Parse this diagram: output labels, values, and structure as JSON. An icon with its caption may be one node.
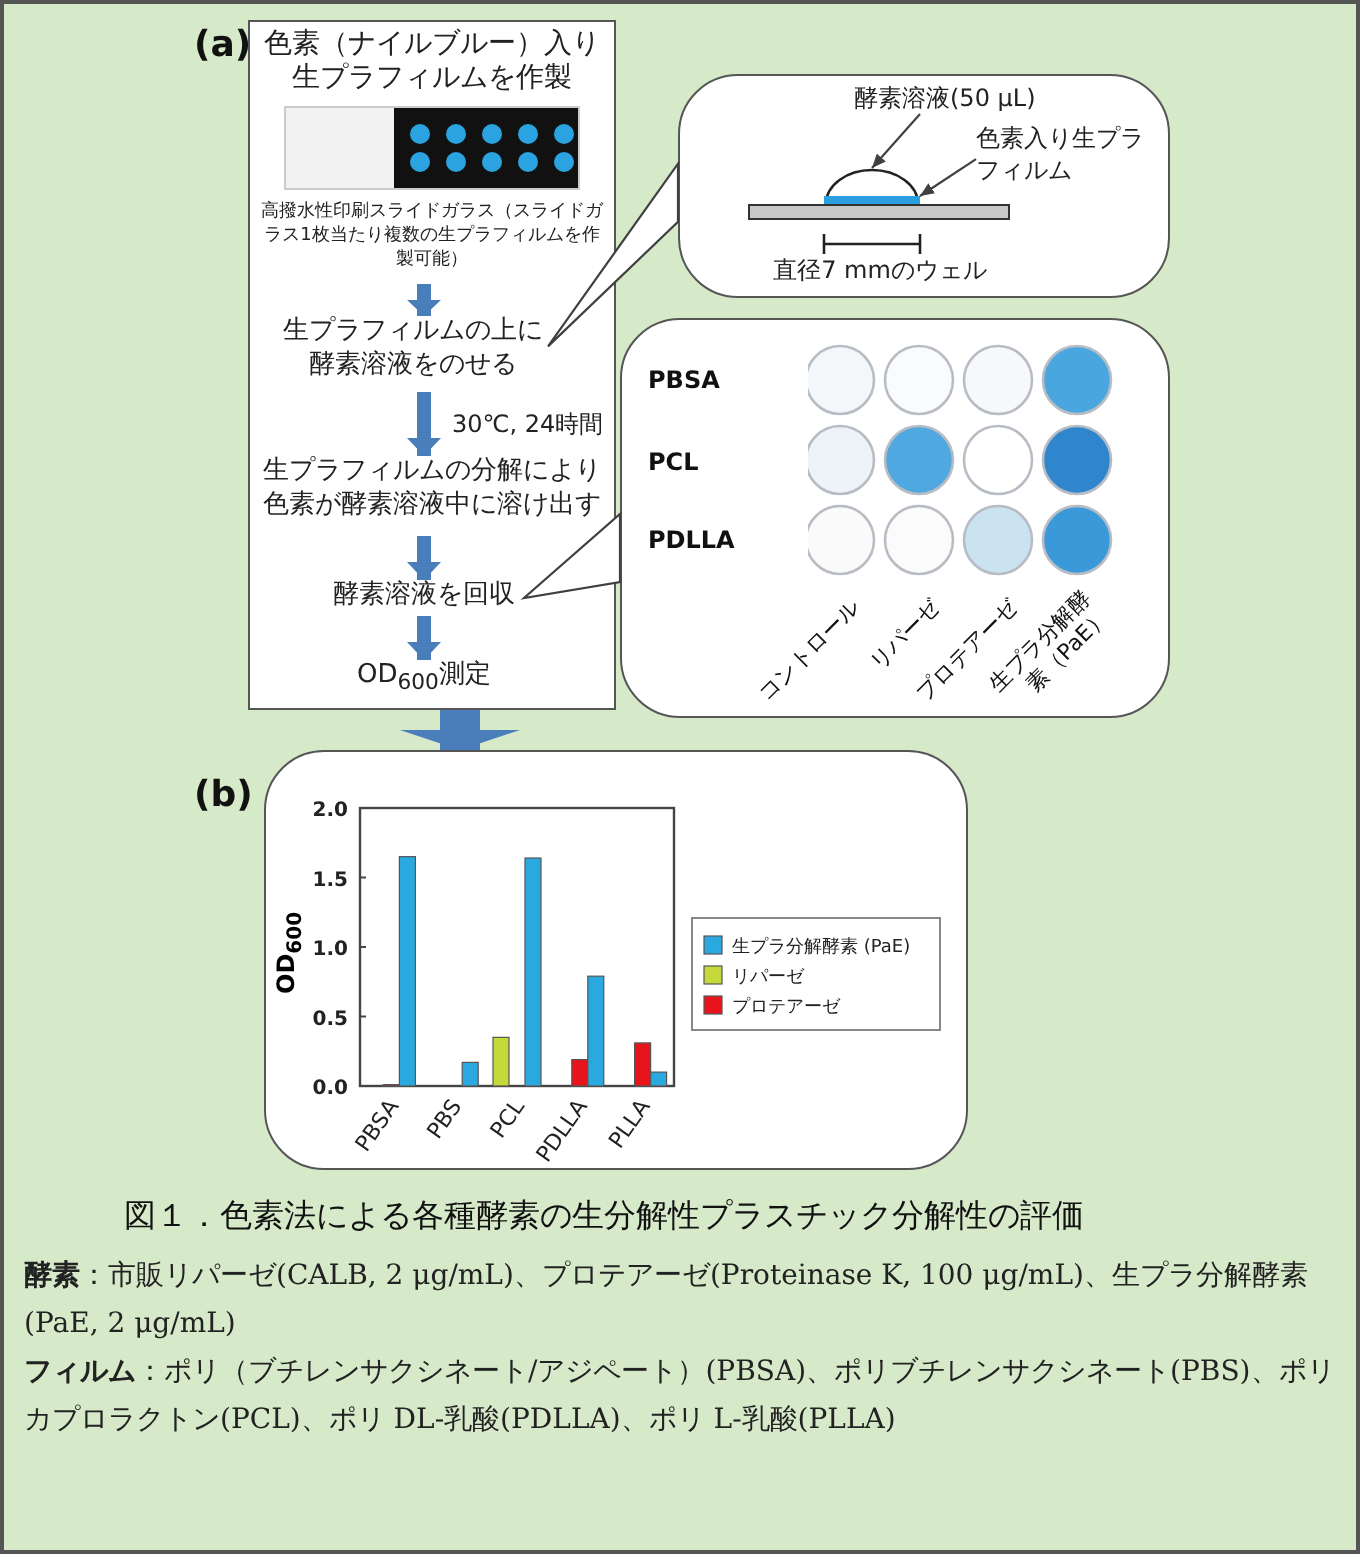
{
  "diagram": {
    "caption": "図１．色素法による各種酵素の生分解性プラスチック分解性の評価",
    "nodes": [
      {
        "text": [],
        "shape": "box"
      },
      {
        "text": [
          "色素（ナイルブルー）入り生プラフィルムを作製",
          "高撥水性印刷スライドガラス（スライドガラス1枚当たり複数の生プラフィルムを作製可能）"
        ],
        "in": 0
      },
      {
        "text": [
          "生プラフィルムの上に酵素溶液をのせる"
        ],
        "in": 0
      },
      {
        "text": [
          "生プラフィルムの分解により色素が酵素溶液中に溶け出す"
        ],
        "in": 0
      },
      {
        "text": [
          "酵素溶液を回収"
        ],
        "in": 0
      },
      {
        "text": [
          "OD$_{600}$測定"
        ],
        "in": 0
      },
      {
        "text": [],
        "shape": "box"
      },
      {
        "text": [
          "酵素溶液(50 μL)"
        ],
        "in": 6
      },
      {
        "text": [
          "色素入り生プラフィルム"
        ],
        "in": 6
      },
      {
        "text": [],
        "shape": "picture",
        "in": 6
      },
      {
        "text": [],
        "shape": "bar",
        "in": 6
      },
      {
        "text": [],
        "shape": "box"
      },
      {
        "text": [],
        "shape": "box"
      }
    ],
    "edges": [
      {
        "from": 1,
        "to": 2,
        "arrow": "to"
      },
      {
        "from": 2,
        "to": 3,
        "arrow": "to",
        "label": "30℃, 24時間"
      },
      {
        "from": 3,
        "to": 4,
        "arrow": "to"
      },
      {
        "from": 4,
        "to": 5,
        "arrow": "to"
      },
      {
        "from": 0,
        "to": 12,
        "arrow": "to",
        "style": "thick"
      },
      {
        "from": 6,
        "to": 2,
        "arrow": "to",
        "color": "#404040"
      },
      {
        "from": 11,
        "to": 4,
        "arrow": "to",
        "color": "#404040"
      },
      {
        "from": 7,
        "to": 9,
        "arrow": "to",
        "color": "#404040"
      },
      {
        "from": 8,
        "to": 10,
        "arrow": "to",
        "color": "#404040"
      }
    ],
    "labels": [
      "(a)",
      "直径7 mmのウェル",
      "PBSA",
      "PCL",
      "PDLLA",
      "コントロール",
      "リパーゼ",
      "プロテアーゼ",
      "生プラ分解酵素（PaE）",
      "(b)",
      "**酵素**：市販リパーゼ(CALB, 2 μg/mL)、プロテアーゼ(Proteinase K, 100 μg/mL)、生プラ分解酵素(PaE, 2 μg/mL)",
      "**フィルム**：ポリ（ブチレンサクシネート/アジペート）(PBSA)、ポリブチレンサクシネート(PBS)、ポリカプロラクトン(PCL)、ポリ DL-乳酸(PDLLA)、ポリ L-乳酸(PLLA)"
    ],
    "chart_data": {
      "type": "bar",
      "ylabel": "OD$_{600}$",
      "categories": [
        "PBSA",
        "PBS",
        "PCL",
        "PDLLA",
        "PLLA"
      ],
      "series": [
        {
          "name": "生プラ分解酵素 (PaE)",
          "color": "#29a9e0",
          "values": [
            1.65,
            0.17,
            1.64,
            0.79,
            0.1
          ]
        },
        {
          "name": "リパーゼ",
          "color": "#c5d93a",
          "values": [
            0,
            0,
            0.35,
            0,
            0
          ]
        },
        {
          "name": "プロテアーゼ",
          "color": "#e8141b",
          "values": [
            0.01,
            0,
            0,
            0.19,
            0.31
          ]
        }
      ],
      "ylim": [
        0,
        2
      ],
      "legend": "right",
      "yticks": [
        {
          "value": 0,
          "label": "0.0"
        },
        {
          "value": 0.5,
          "label": "0.5"
        },
        {
          "value": 1,
          "label": "1.0"
        },
        {
          "value": 1.5,
          "label": "1.5"
        },
        {
          "value": 2,
          "label": "2.0"
        }
      ]
    }
  }
}
